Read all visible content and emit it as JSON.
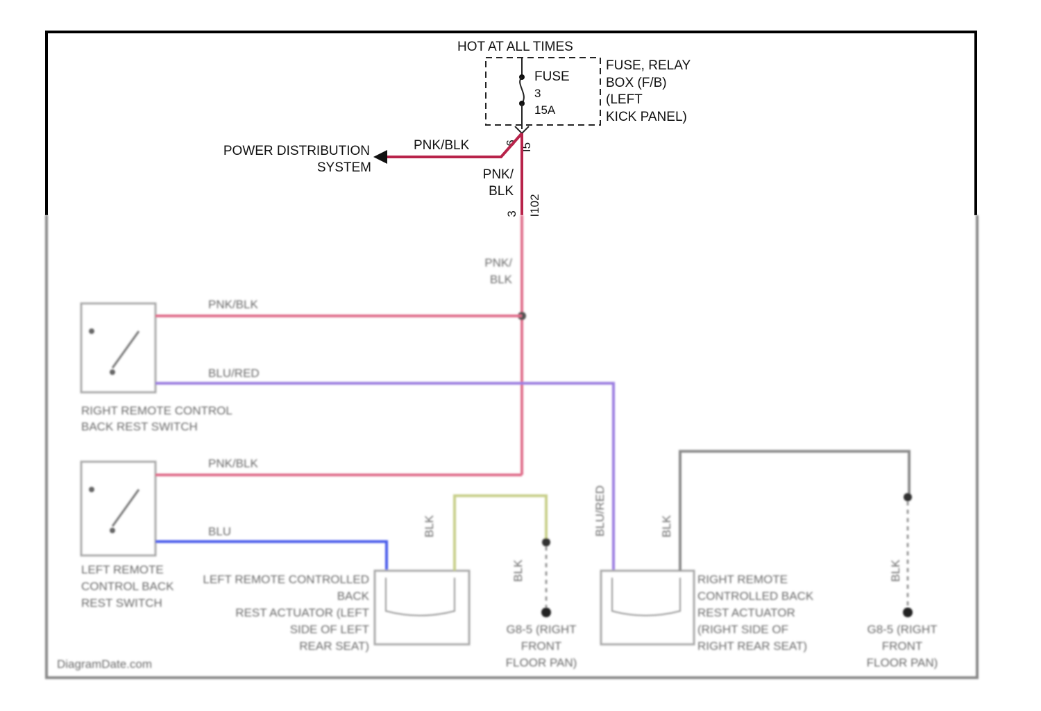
{
  "header": {
    "hot_label": "HOT AT ALL TIMES",
    "fuse_label": "FUSE",
    "fuse_number": "3",
    "fuse_rating": "15A",
    "box_lines": [
      "FUSE, RELAY",
      "BOX (F/B)",
      "(LEFT",
      "KICK PANEL)"
    ]
  },
  "power_distribution": {
    "lines": [
      "POWER DISTRIBUTION",
      "SYSTEM"
    ],
    "wire_label": "PNK/BLK"
  },
  "connectors": {
    "pin_9": "9",
    "pin_i5": "I5",
    "wire_lines": [
      "PNK/",
      "BLK"
    ],
    "pin_3": "3",
    "conn_102": "I102"
  },
  "blurred_labels": {
    "pnk_blk_vertical": [
      "PNK/",
      "BLK"
    ],
    "wire_pnk_blk_upper": "PNK/BLK",
    "wire_blu_red": "BLU/RED",
    "wire_pnk_blk_lower": "PNK/BLK",
    "wire_blu": "BLU",
    "right_switch": [
      "RIGHT REMOTE CONTROL",
      "BACK REST SWITCH"
    ],
    "left_switch": [
      "LEFT REMOTE",
      "CONTROL BACK",
      "REST SWITCH"
    ],
    "left_actuator": [
      "LEFT REMOTE CONTROLLED",
      "BACK",
      "REST ACTUATOR (LEFT",
      "SIDE OF LEFT",
      "REAR SEAT)"
    ],
    "right_actuator": [
      "RIGHT REMOTE",
      "CONTROLLED BACK",
      "REST ACTUATOR",
      "(RIGHT SIDE OF",
      "RIGHT REAR SEAT)"
    ],
    "ground_left": [
      "G8-5 (RIGHT",
      "FRONT",
      "FLOOR PAN)"
    ],
    "ground_right": [
      "G8-5 (RIGHT",
      "FRONT",
      "FLOOR PAN)"
    ],
    "blk_labels": [
      "BLK",
      "BLK",
      "BLK",
      "BLK"
    ],
    "blu_red_vertical": "BLU/RED",
    "watermark": "DiagramDate.com"
  },
  "colors": {
    "pnk_blk": "#b8234a",
    "pnk_blk_faded": "#e06d8a",
    "blu_red": "#9b7ee0",
    "blu": "#4a5bea",
    "yellow_green": "#c8cf8a",
    "gray": "#8c8c8c"
  }
}
